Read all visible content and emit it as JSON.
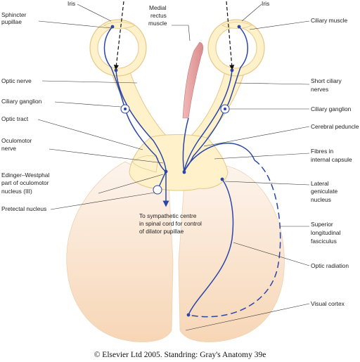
{
  "labels": {
    "iris_left": "Iris",
    "sphincter": [
      "Sphincter",
      "pupillae"
    ],
    "medial_rectus": [
      "Medial",
      "rectus",
      "muscle"
    ],
    "iris_right": "Iris",
    "ciliary_muscle": "Ciliary muscle",
    "optic_nerve": "Optic nerve",
    "short_ciliary": [
      "Short ciliary",
      "nerves"
    ],
    "ciliary_ganglion_left": "Ciliary ganglion",
    "ciliary_ganglion_right": "Ciliary ganglion",
    "optic_tract": "Optic tract",
    "cerebral_peduncle": "Cerebral peduncle",
    "oculomotor": [
      "Oculomotor",
      "nerve"
    ],
    "fibres_capsule": [
      "Fibres in",
      "internal capsule"
    ],
    "edinger": [
      "Edinger–Westphal",
      "part of oculomotor",
      "nucleus (III)"
    ],
    "lateral_geniculate": [
      "Lateral",
      "geniculate",
      "nucleus"
    ],
    "pretectal": "Pretectal nucleus",
    "sympathetic": [
      "To sympathetic centre",
      "in spinal cord for control",
      "of dilator pupillae"
    ],
    "superior_fasciculus": [
      "Superior",
      "longitudinal",
      "fasciculus"
    ],
    "optic_radiation": "Optic radiation",
    "visual_cortex": "Visual cortex"
  },
  "caption": "© Elsevier Ltd 2005. Standring: Gray's Anatomy 39e",
  "colors": {
    "brain": "#fff1c9",
    "outline": "#e6c98a",
    "cortex_top": "#fdf1e6",
    "cortex_bottom": "#f8d7b8",
    "nerve": "#2a46a8",
    "muscle": "#e8a4a4"
  }
}
